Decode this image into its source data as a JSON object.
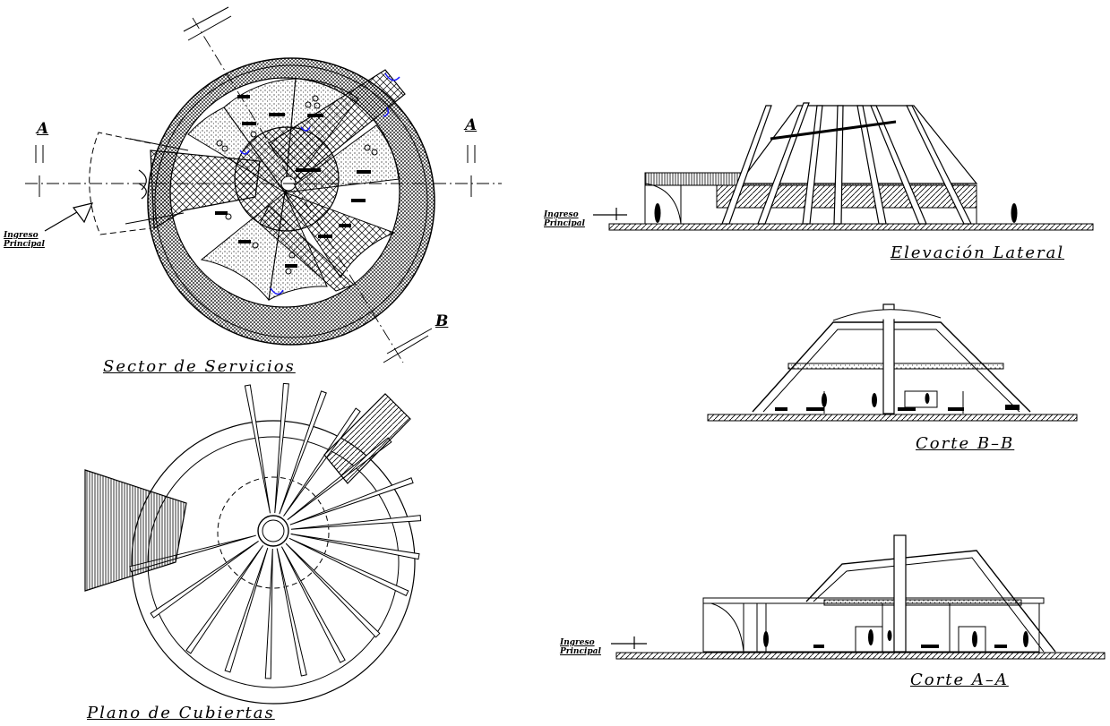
{
  "titles": {
    "services": "Sector de Servicios",
    "roofs": "Plano de Cubiertas",
    "side_elevation": "Elevación Lateral",
    "section_bb": "Corte B–B",
    "section_aa": "Corte A–A"
  },
  "section_marks": {
    "a_left": "A",
    "a_right": "A",
    "b": "B"
  },
  "entrance": {
    "line1": "Ingreso",
    "line2": "Principal"
  },
  "colors": {
    "ink": "#000000",
    "doors": "#1a1aff",
    "paper": "#ffffff"
  }
}
